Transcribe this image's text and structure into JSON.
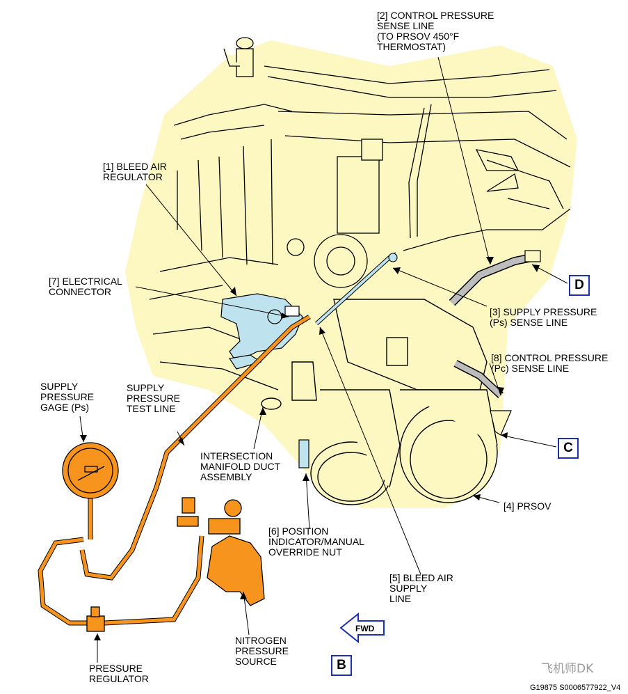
{
  "labels": {
    "control_pressure_sense_line": "[2] CONTROL PRESSURE\nSENSE LINE\n(TO PRSOV 450°F\nTHERMOSTAT)",
    "bleed_air_regulator": "[1] BLEED AIR\nREGULATOR",
    "electrical_connector": "[7] ELECTRICAL\nCONNECTOR",
    "supply_pressure_sense_line": "[3] SUPPLY PRESSURE\n(Ps) SENSE LINE",
    "control_pressure_pc_sense_line": "[8] CONTROL PRESSURE\n(Pc) SENSE LINE",
    "supply_pressure_gage": "SUPPLY\nPRESSURE\nGAGE (Ps)",
    "supply_pressure_test_line": "SUPPLY\nPRESSURE\nTEST LINE",
    "intersection_manifold": "INTERSECTION\nMANIFOLD DUCT\nASSEMBLY",
    "prsov": "[4] PRSOV",
    "position_indicator": "[6] POSITION\nINDICATOR/MANUAL\nOVERRIDE NUT",
    "bleed_air_supply_line": "[5] BLEED AIR\nSUPPLY\nLINE",
    "nitrogen_source": "NITROGEN\nPRESSURE\nSOURCE",
    "pressure_regulator": "PRESSURE\nREGULATOR",
    "fwd": "FWD"
  },
  "view_markers": {
    "d": "D",
    "c": "C",
    "b": "B"
  },
  "watermark": "飞机师DK",
  "figure_code": "G19875 S0006577922_V4",
  "colors": {
    "engine_fill": "#fdf8c2",
    "outline": "#000000",
    "test_equipment": "#f7941d",
    "regulator_blue": "#bfe3ee",
    "marker_border": "#1b2fb5"
  }
}
